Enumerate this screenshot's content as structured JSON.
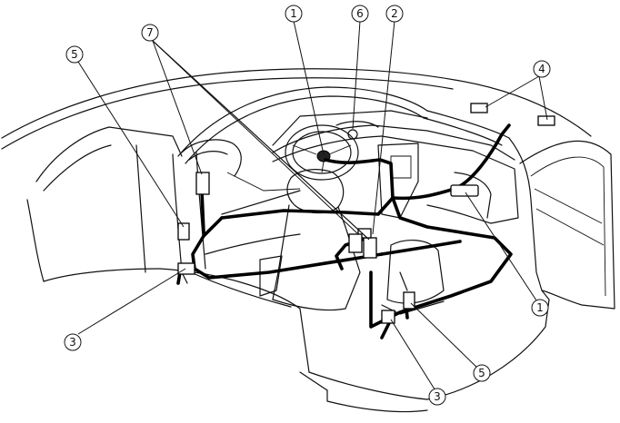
{
  "callouts": [
    {
      "id": "c1-top",
      "number": "1"
    },
    {
      "id": "c6-top",
      "number": "6"
    },
    {
      "id": "c2-top",
      "number": "2"
    },
    {
      "id": "c7-top",
      "number": "7"
    },
    {
      "id": "c5-left",
      "number": "5"
    },
    {
      "id": "c4-right",
      "number": "4"
    },
    {
      "id": "c3-left",
      "number": "3"
    },
    {
      "id": "c1-right",
      "number": "1"
    },
    {
      "id": "c5-bottom",
      "number": "5"
    },
    {
      "id": "c3-bottom",
      "number": "3"
    }
  ]
}
